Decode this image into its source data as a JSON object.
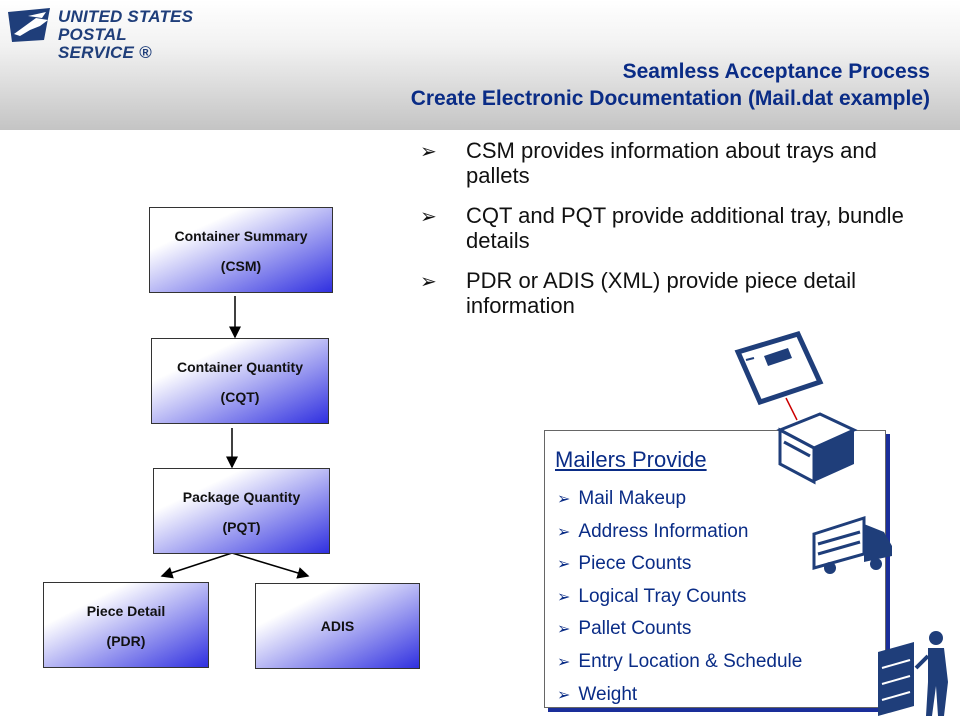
{
  "logo": {
    "line1": "UNITED STATES",
    "line2": "POSTAL SERVICE ®"
  },
  "title": {
    "line1": "Seamless Acceptance Process",
    "line2": "Create Electronic Documentation (Mail.dat example)"
  },
  "bullets": [
    "CSM provides information about trays and pallets",
    "CQT and PQT provide additional tray, bundle details",
    "PDR or ADIS (XML) provide piece detail information"
  ],
  "flow": {
    "csm": {
      "line1": "Container Summary",
      "line2": "(CSM)"
    },
    "cqt": {
      "line1": "Container Quantity",
      "line2": "(CQT)"
    },
    "pqt": {
      "line1": "Package Quantity",
      "line2": "(PQT)"
    },
    "pdr": {
      "line1": "Piece Detail",
      "line2": "(PDR)"
    },
    "adis": {
      "line1": "ADIS"
    }
  },
  "mailers": {
    "title": "Mailers Provide",
    "items": [
      "Mail Makeup",
      "Address Information",
      "Piece Counts",
      "Logical Tray Counts",
      "Pallet Counts",
      "Entry Location & Schedule",
      "Weight"
    ]
  },
  "icons": [
    "eagle-logo-icon",
    "arrow-bullet-icon",
    "envelope-icon",
    "tray-icon",
    "truck-icon",
    "pallet-worker-icon"
  ],
  "colors": {
    "title": "#0a2c86",
    "box_gradient_end": "#3030e0",
    "connector": "#cc0000"
  }
}
